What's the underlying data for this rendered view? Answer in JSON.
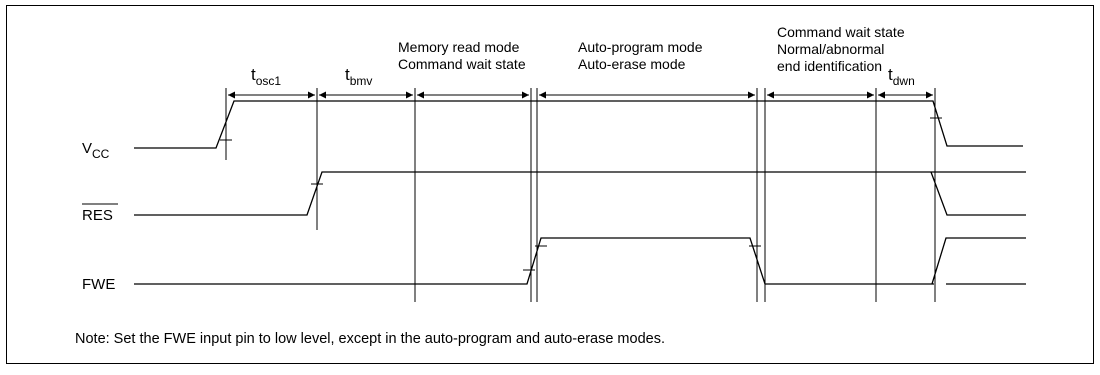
{
  "signals": {
    "vcc": {
      "base": "V",
      "sub": "CC"
    },
    "res": "RES",
    "fwe": "FWE"
  },
  "intervals": {
    "tosc1": {
      "base": "t",
      "sub": "osc1"
    },
    "tbmv": {
      "base": "t",
      "sub": "bmv"
    },
    "tdwn": {
      "base": "t",
      "sub": "dwn"
    }
  },
  "modes": {
    "memory_read": {
      "line1": "Memory read mode",
      "line2": "Command wait state"
    },
    "auto_mode": {
      "line1": "Auto-program mode",
      "line2": "Auto-erase mode"
    },
    "command_wait": {
      "line1": "Command wait state",
      "line2": "Normal/abnormal",
      "line3": "end identification"
    }
  },
  "note": "Note: Set the FWE input pin to low level, except in the auto-program and auto-erase modes."
}
